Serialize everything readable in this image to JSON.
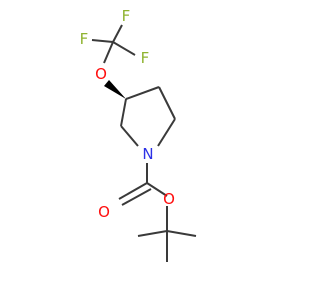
{
  "colors": {
    "bond": "#3a3a3a",
    "fluorine": "#8fb330",
    "oxygen": "#ff0d0d",
    "nitrogen": "#2c31e6"
  },
  "atoms": {
    "f_top": "F",
    "f_left": "F",
    "f_right": "F",
    "o_ether": "O",
    "n_ring": "N",
    "o_carbonyl": "O",
    "o_ester": "O"
  }
}
